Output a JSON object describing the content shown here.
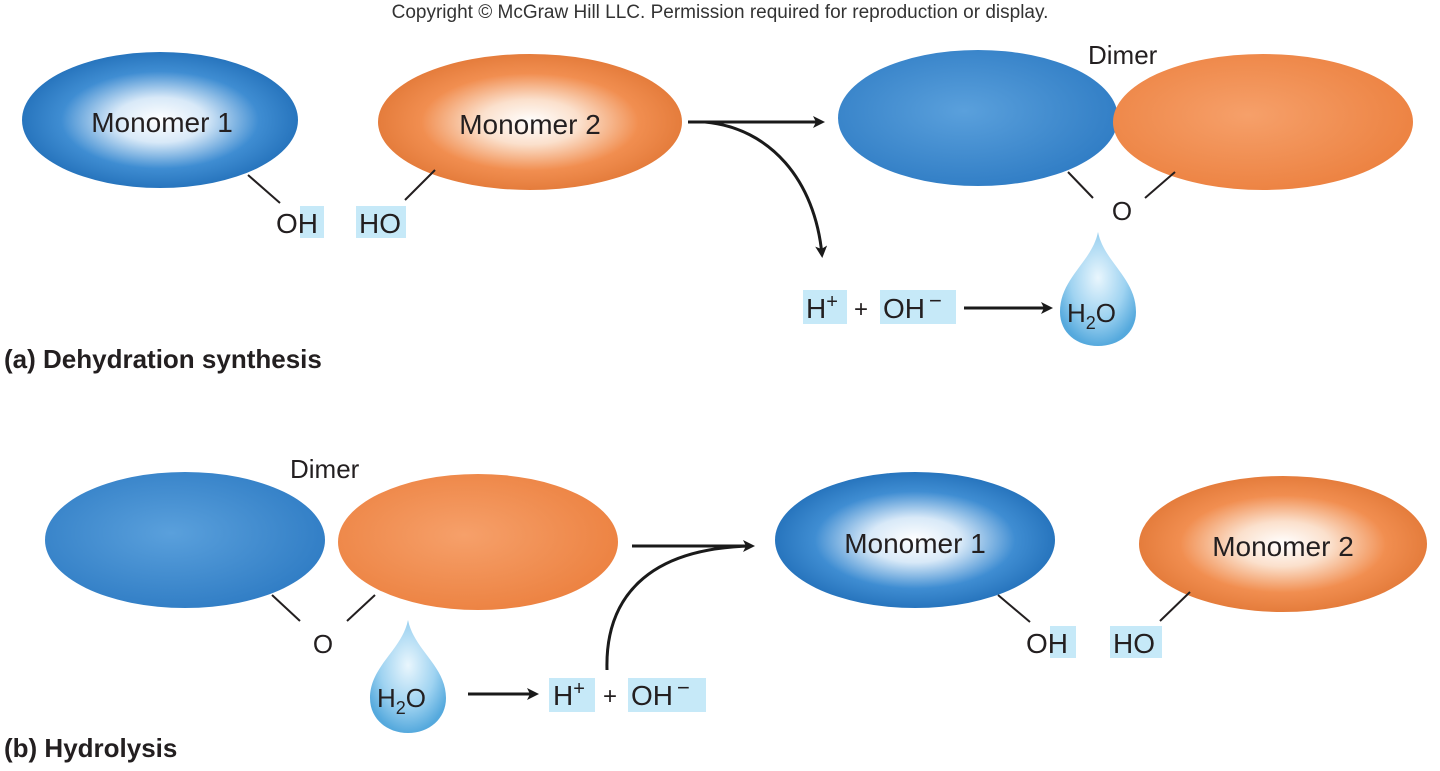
{
  "copyright": "Copyright © McGraw Hill LLC. Permission required for reproduction or display.",
  "labels": {
    "monomer1": "Monomer 1",
    "monomer2": "Monomer 2",
    "dimer": "Dimer",
    "oh": "OH",
    "ho": "HO",
    "o": "O",
    "h_plus": "H",
    "plus_sign": "+",
    "hydroxide": "OH",
    "minus_sign": "−",
    "superscript_plus": "+",
    "h2o_h": "H",
    "h2o_sub": "2",
    "h2o_o": "O"
  },
  "panels": {
    "a": {
      "caption": "(a) Dehydration synthesis"
    },
    "b": {
      "caption": "(b) Hydrolysis"
    }
  },
  "colors": {
    "blue": "#2f7cc4",
    "orange": "#ee8545",
    "highlight": "#c6e9f8",
    "water": "#5fb3e3"
  }
}
